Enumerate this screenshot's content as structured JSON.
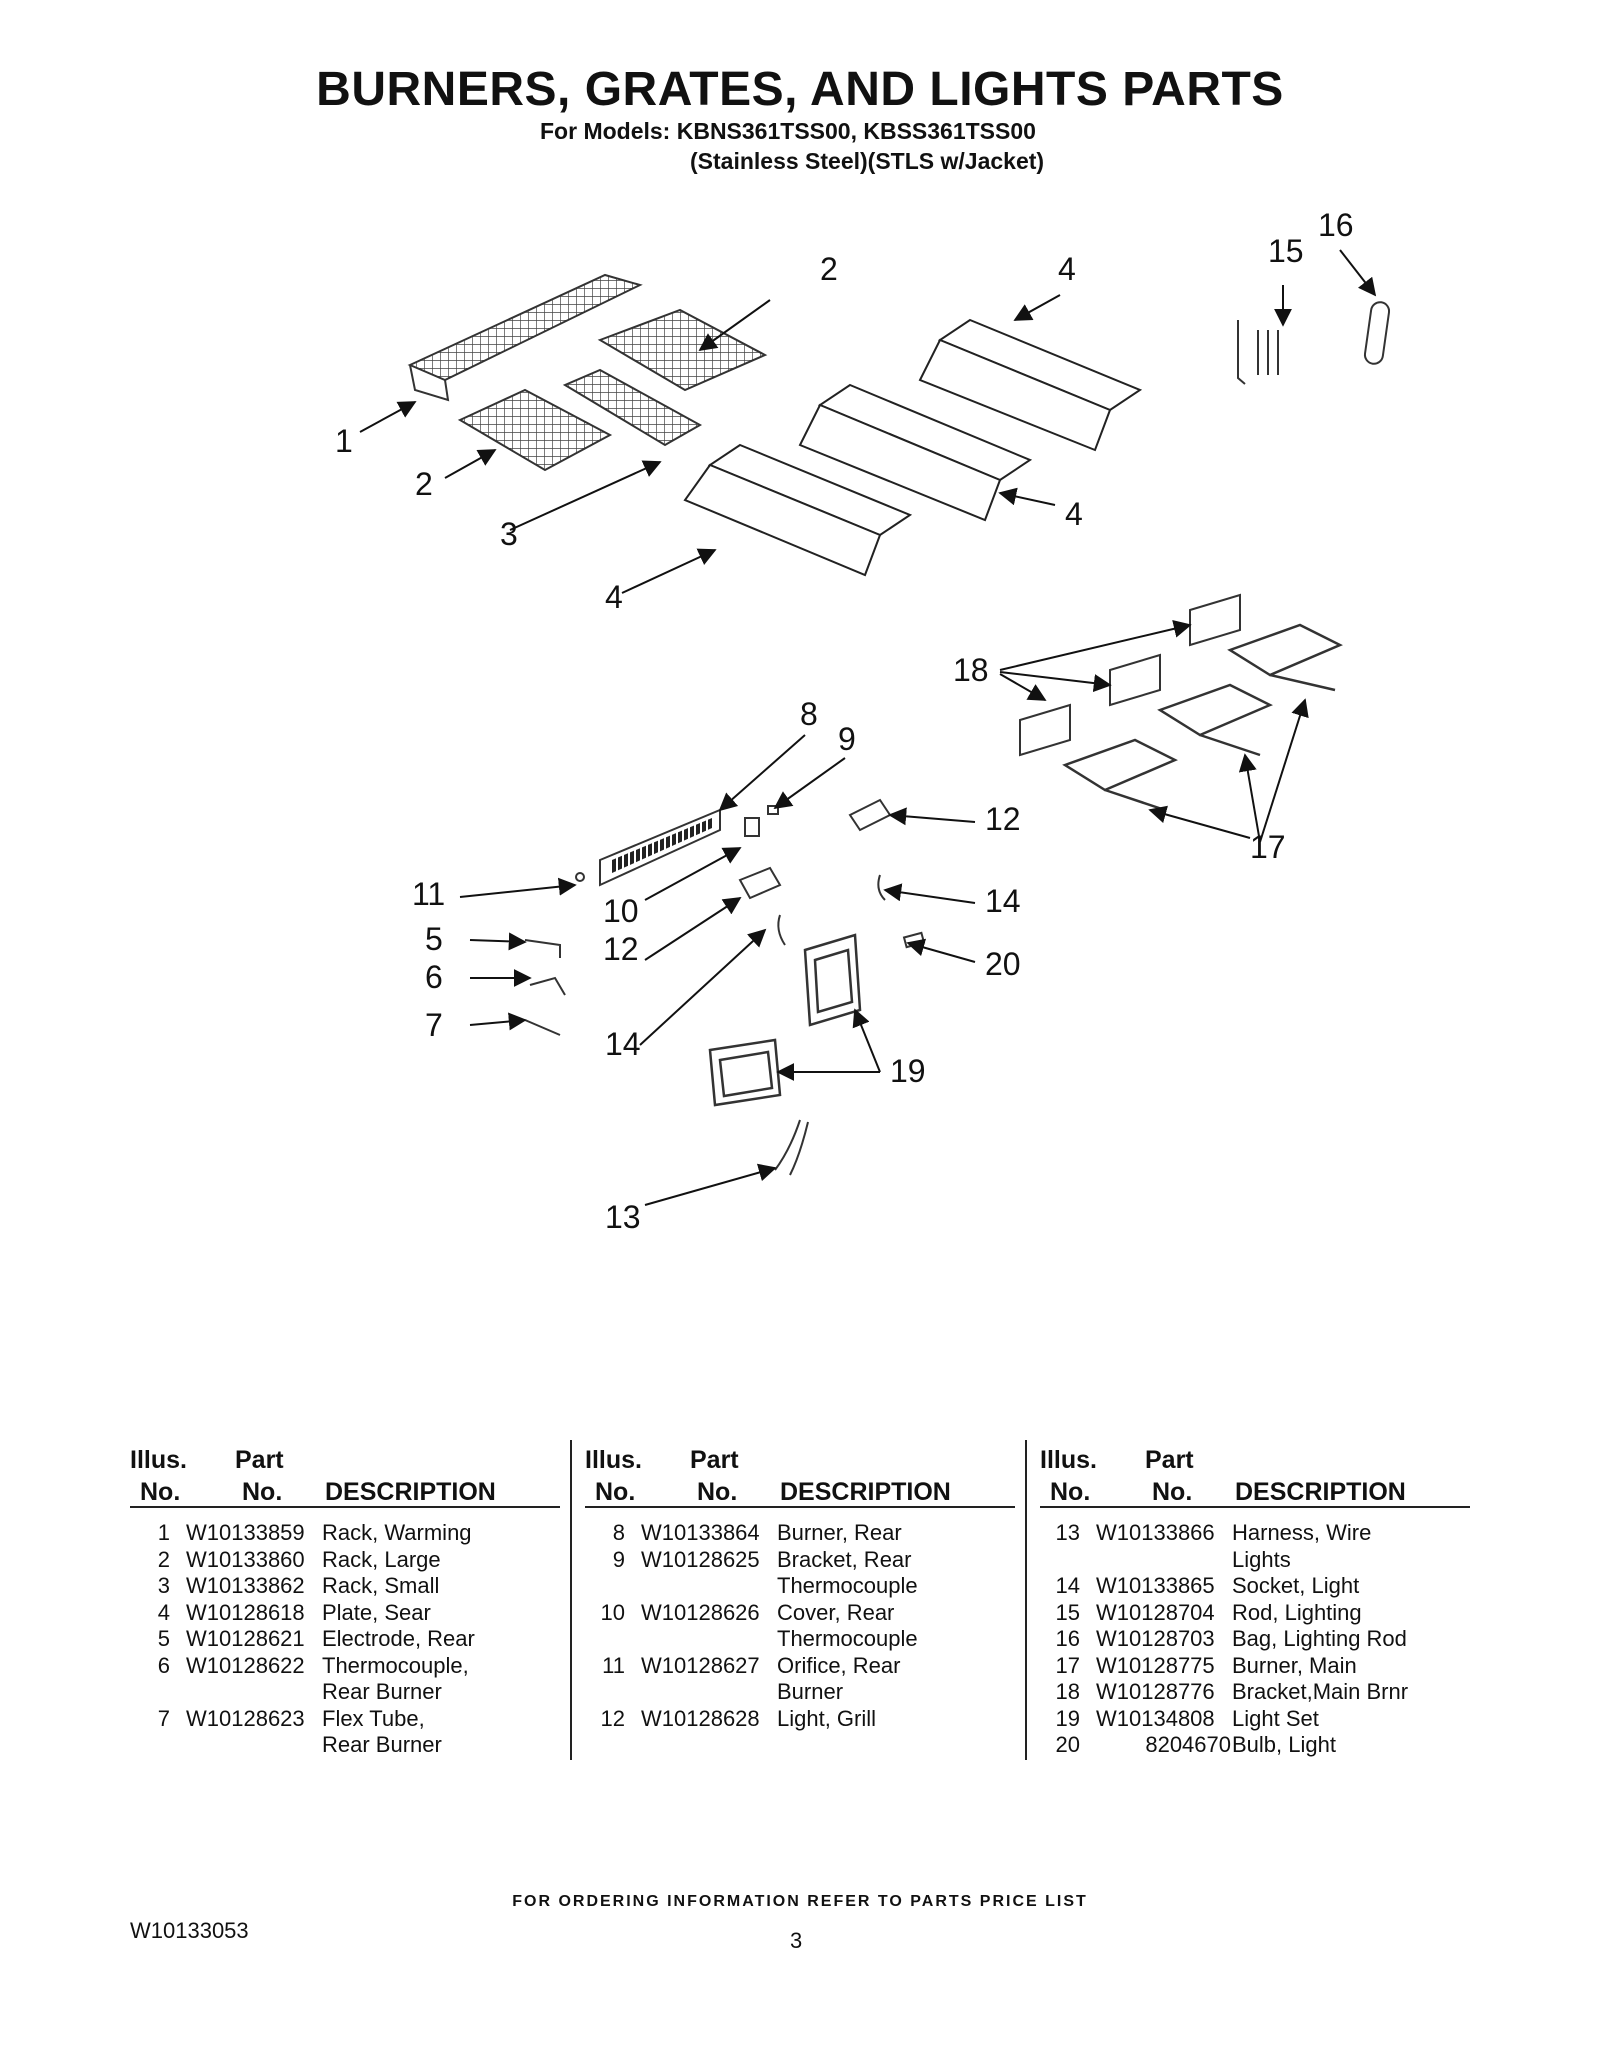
{
  "header": {
    "title": "BURNERS, GRATES, AND LIGHTS PARTS",
    "models": "For Models: KBNS361TSS00, KBSS361TSS00",
    "finish": "(Stainless Steel)(STLS w/Jacket)"
  },
  "callouts": [
    "1",
    "2",
    "2",
    "3",
    "4",
    "4",
    "4",
    "15",
    "16",
    "18",
    "17",
    "8",
    "9",
    "12",
    "11",
    "10",
    "12",
    "14",
    "5",
    "6",
    "7",
    "14",
    "20",
    "19",
    "13"
  ],
  "table": {
    "headers": {
      "illus_a": "Illus.",
      "illus_b": "No.",
      "part_a": "Part",
      "part_b": "No.",
      "desc": "DESCRIPTION"
    },
    "columns": [
      [
        {
          "no": "1",
          "part": "W10133859",
          "desc": "Rack, Warming"
        },
        {
          "no": "2",
          "part": "W10133860",
          "desc": "Rack, Large"
        },
        {
          "no": "3",
          "part": "W10133862",
          "desc": "Rack, Small"
        },
        {
          "no": "4",
          "part": "W10128618",
          "desc": "Plate, Sear"
        },
        {
          "no": "5",
          "part": "W10128621",
          "desc": "Electrode, Rear"
        },
        {
          "no": "6",
          "part": "W10128622",
          "desc": "Thermocouple,"
        },
        {
          "no": "",
          "part": "",
          "desc": "Rear Burner"
        },
        {
          "no": "7",
          "part": "W10128623",
          "desc": "Flex Tube,"
        },
        {
          "no": "",
          "part": "",
          "desc": "Rear Burner"
        }
      ],
      [
        {
          "no": "8",
          "part": "W10133864",
          "desc": "Burner, Rear"
        },
        {
          "no": "9",
          "part": "W10128625",
          "desc": "Bracket, Rear"
        },
        {
          "no": "",
          "part": "",
          "desc": "Thermocouple"
        },
        {
          "no": "10",
          "part": "W10128626",
          "desc": "Cover, Rear"
        },
        {
          "no": "",
          "part": "",
          "desc": "Thermocouple"
        },
        {
          "no": "11",
          "part": "W10128627",
          "desc": "Orifice, Rear"
        },
        {
          "no": "",
          "part": "",
          "desc": "Burner"
        },
        {
          "no": "12",
          "part": "W10128628",
          "desc": "Light, Grill"
        }
      ],
      [
        {
          "no": "13",
          "part": "W10133866",
          "desc": "Harness, Wire"
        },
        {
          "no": "",
          "part": "",
          "desc": "Lights"
        },
        {
          "no": "14",
          "part": "W10133865",
          "desc": "Socket, Light"
        },
        {
          "no": "15",
          "part": "W10128704",
          "desc": "Rod, Lighting"
        },
        {
          "no": "16",
          "part": "W10128703",
          "desc": "Bag, Lighting Rod"
        },
        {
          "no": "17",
          "part": "W10128775",
          "desc": "Burner, Main"
        },
        {
          "no": "18",
          "part": "W10128776",
          "desc": "Bracket,Main Brnr"
        },
        {
          "no": "19",
          "part": "W10134808",
          "desc": "Light Set"
        },
        {
          "no": "20",
          "part": "8204670",
          "desc": "Bulb, Light"
        }
      ]
    ]
  },
  "footer": {
    "note": "FOR ORDERING INFORMATION REFER TO PARTS PRICE LIST",
    "doc_number": "W10133053",
    "page": "3"
  }
}
